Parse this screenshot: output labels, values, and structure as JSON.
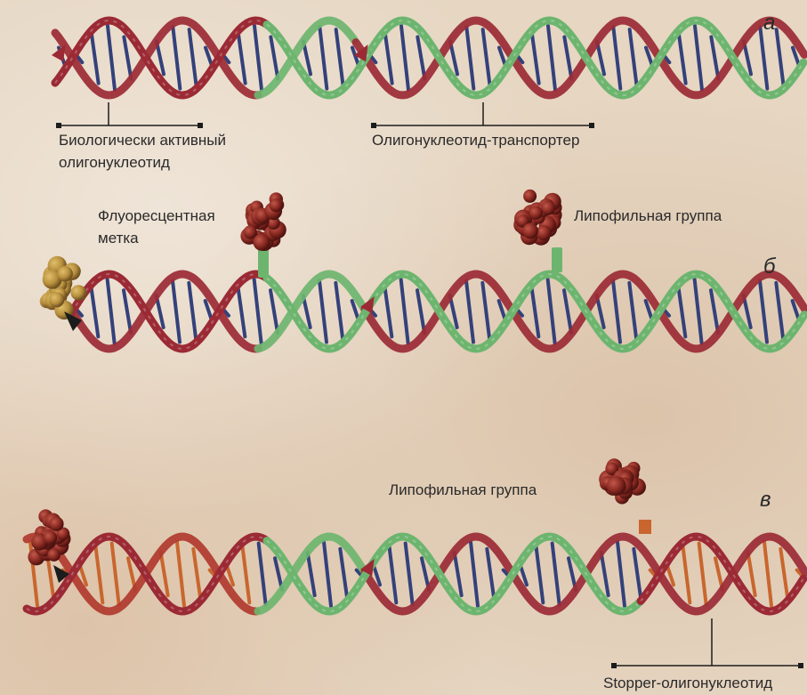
{
  "panels": {
    "a": {
      "letter": "а",
      "label_active": "Биологически активный",
      "label_active_2": "олигонуклеотид",
      "label_transporter": "Олигонуклеотид-транспортер"
    },
    "b": {
      "letter": "б",
      "label_fluor": "Флуоресцентная",
      "label_fluor_2": "метка",
      "label_lipo": "Липофильная группа"
    },
    "c": {
      "letter": "в",
      "label_lipo": "Липофильная группа",
      "label_stopper": "Stopper-олигонуклеотид"
    }
  },
  "colors": {
    "strand_red": "#9b2a35",
    "strand_green": "#6db56f",
    "base_blue": "#34417a",
    "base_orange": "#c8662e",
    "molecule_red": "#8a2a22",
    "molecule_gold": "#b8903e",
    "background": "#e6d6c2"
  }
}
